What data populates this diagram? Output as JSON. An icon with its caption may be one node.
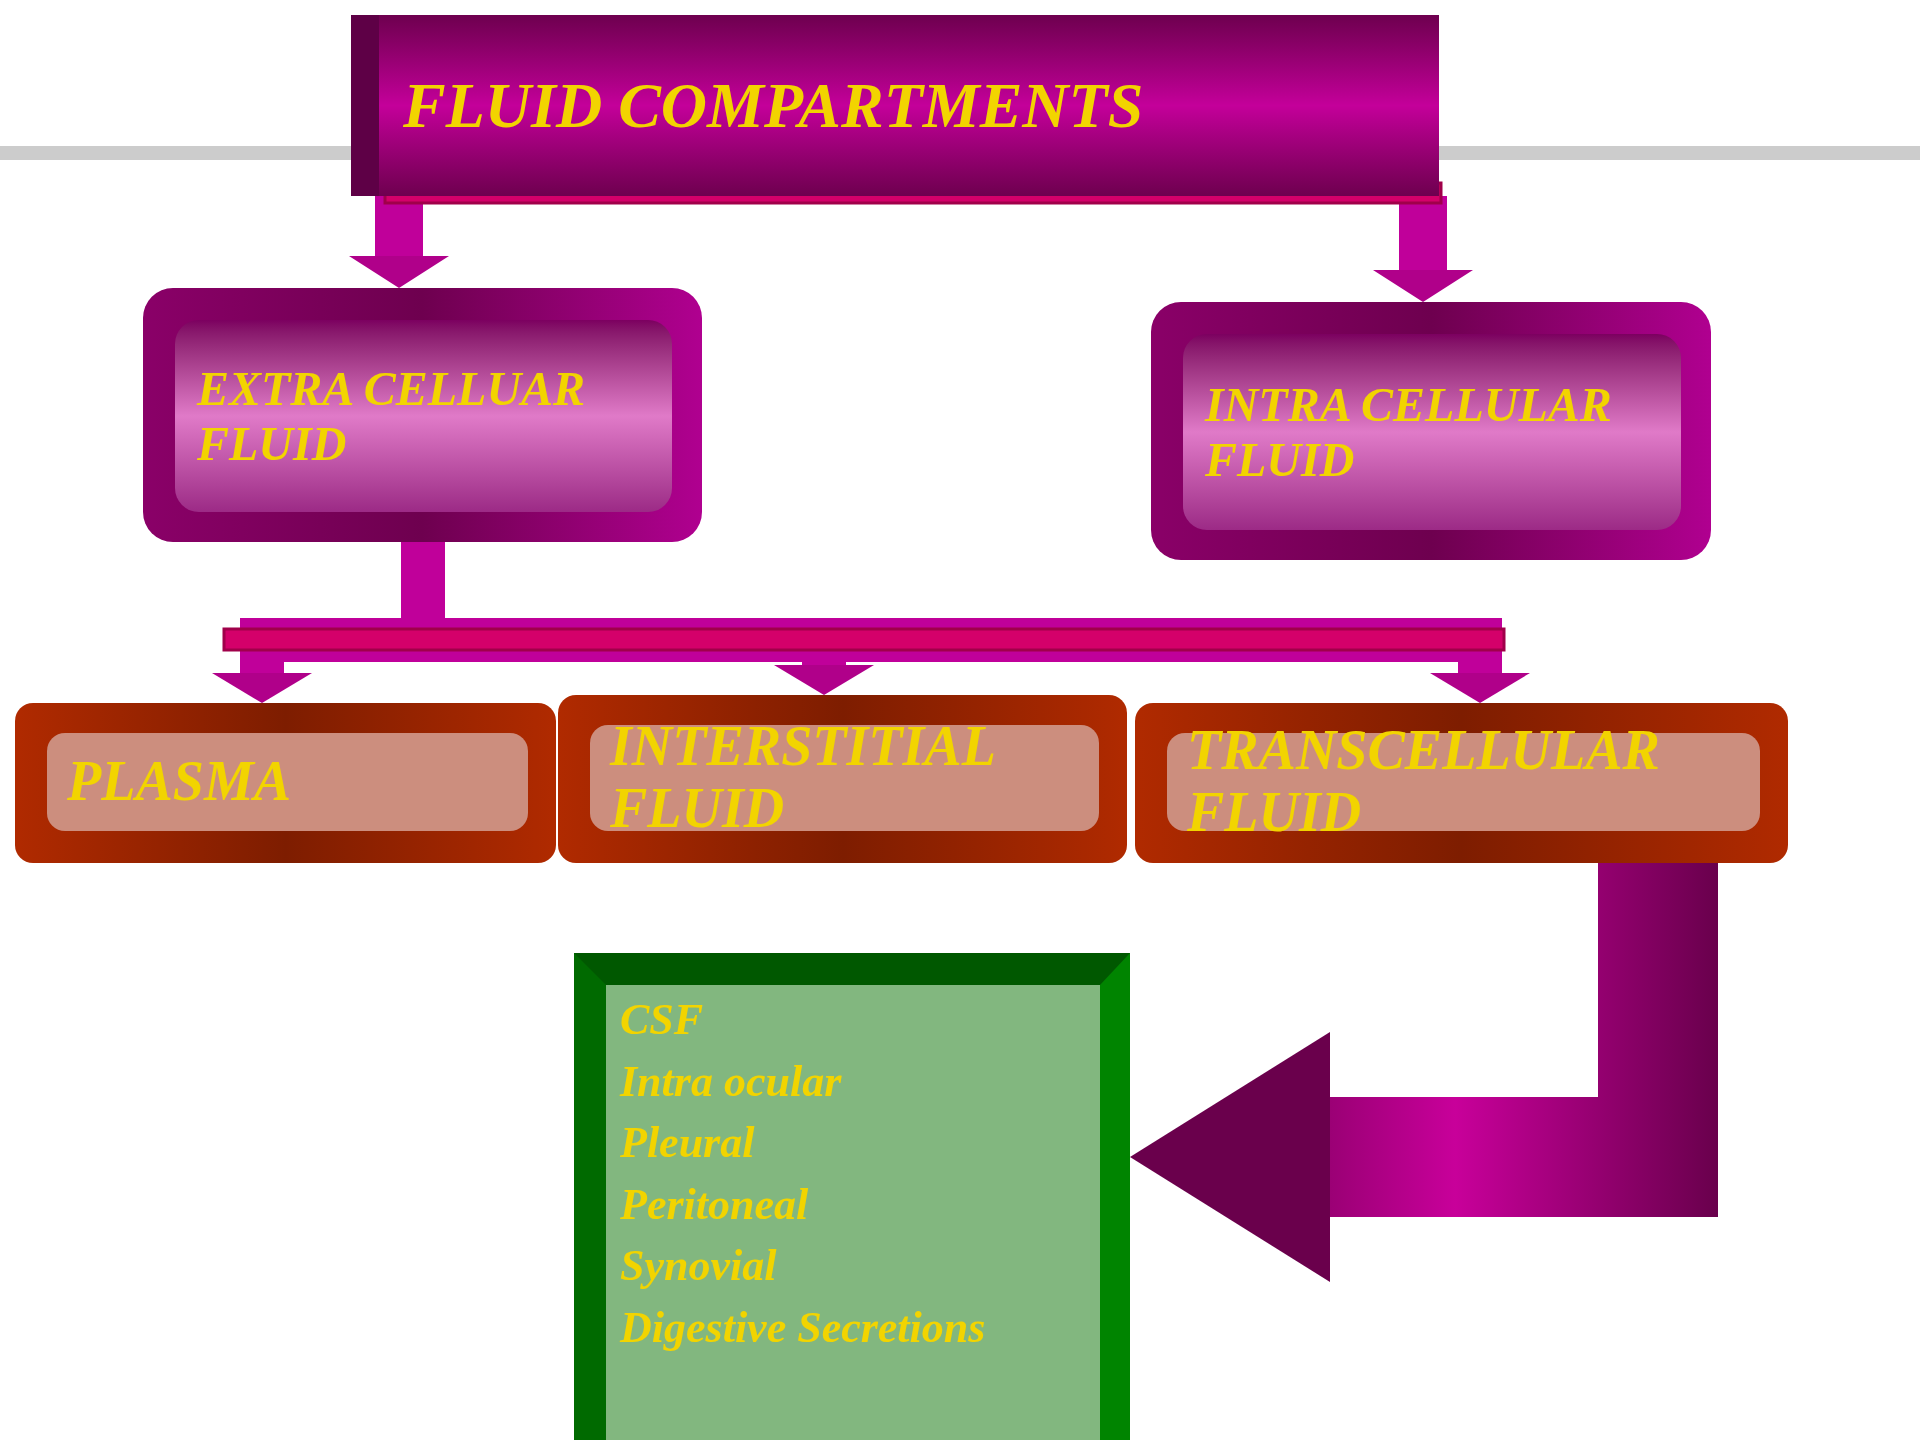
{
  "diagram": {
    "nodes": [
      {
        "text": [
          "FLUID COMPARTMENTS"
        ]
      },
      {
        "text": [
          "EXTRA CELLUAR FLUID"
        ]
      },
      {
        "text": [
          "INTRA CELLULAR FLUID"
        ]
      },
      {
        "text": [
          "PLASMA"
        ]
      },
      {
        "text": [
          "INTERSTITIAL FLUID"
        ]
      },
      {
        "text": [
          "TRANSCELLULAR FLUID"
        ]
      },
      {
        "text": [
          "CSF",
          "Intra ocular",
          "Pleural",
          "Peritoneal",
          "Synovial",
          "Digestive Secretions"
        ]
      },
      {
        "text": [],
        "shape": "bar"
      },
      {
        "text": [],
        "shape": "bar"
      }
    ],
    "edges": [
      {
        "from": 0,
        "to": 1,
        "arrow": "to"
      },
      {
        "from": 0,
        "to": 2,
        "arrow": "to"
      },
      {
        "from": 1,
        "to": 3,
        "arrow": "to"
      },
      {
        "from": 1,
        "to": 4,
        "arrow": "to"
      },
      {
        "from": 1,
        "to": 5,
        "arrow": "to"
      },
      {
        "from": 5,
        "to": 6,
        "arrow": "to"
      }
    ]
  }
}
